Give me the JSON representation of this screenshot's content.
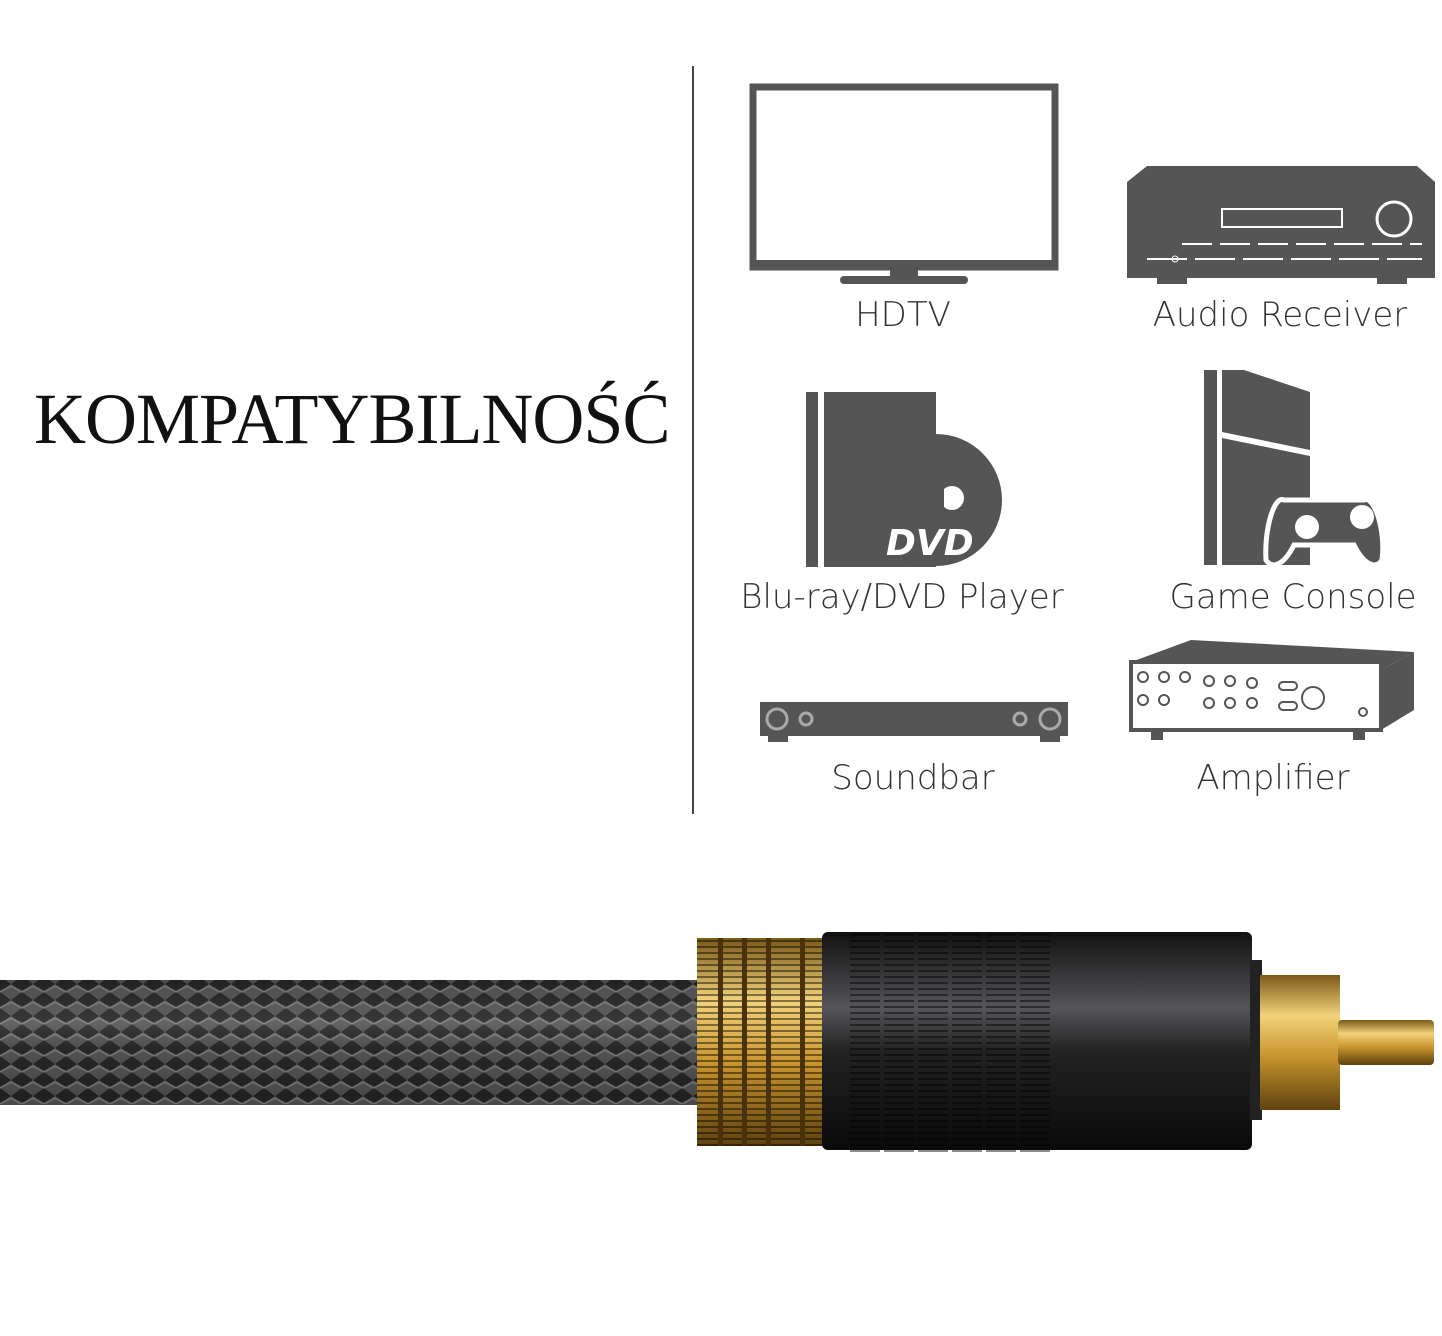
{
  "heading": "KOMPATYBILNOŚĆ",
  "devices": [
    {
      "label": "HDTV",
      "icon": "tv-icon"
    },
    {
      "label": "Audio Receiver",
      "icon": "audio-receiver-icon"
    },
    {
      "label": "Blu-ray/DVD Player",
      "icon": "dvd-player-icon",
      "badge": "DVD"
    },
    {
      "label": "Game Console",
      "icon": "game-console-icon"
    },
    {
      "label": "Soundbar",
      "icon": "soundbar-icon"
    },
    {
      "label": "Amplifier",
      "icon": "amplifier-icon"
    }
  ],
  "colors": {
    "icon": "#555555",
    "gold": "#d4a83a",
    "connector": "#1c1c1e"
  }
}
